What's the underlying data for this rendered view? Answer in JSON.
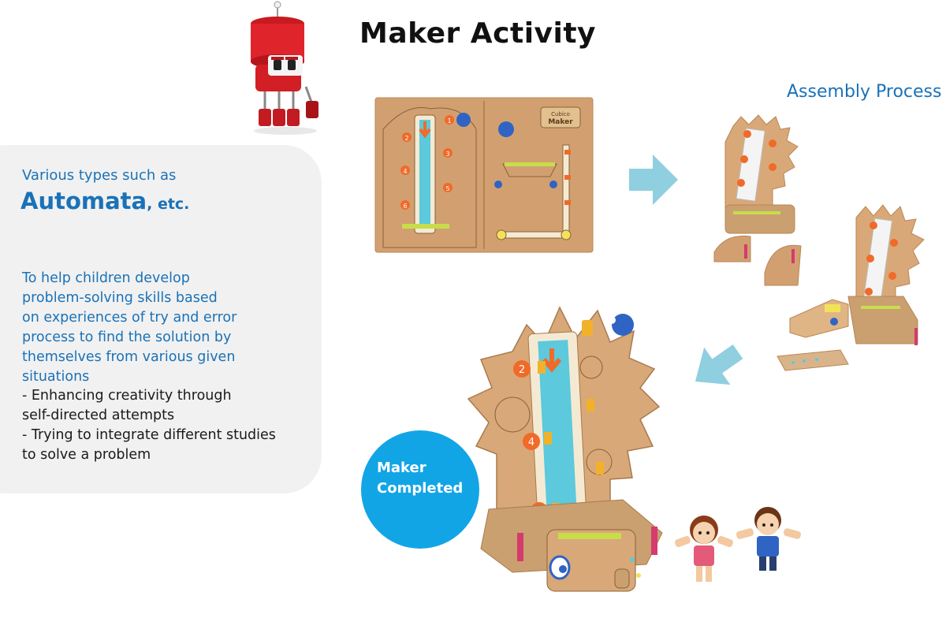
{
  "title": "Maker Activity",
  "panel": {
    "heading": "Various types such as",
    "highlight": "Automata",
    "highlight_suffix": ", etc.",
    "purpose_lines": [
      "To help children develop",
      "problem-solving skills based",
      "on experiences of try and error",
      "process to find the solution by",
      "themselves from various given",
      "situations"
    ],
    "bullet_lines": [
      "- Enhancing creativity through",
      "self-directed attempts",
      "- Trying to integrate different studies",
      "to solve a problem"
    ]
  },
  "assembly_label": "Assembly Process",
  "completed_badge": {
    "line1": "Maker",
    "line2": "Completed"
  },
  "kit_logo": {
    "line1": "Cubico",
    "line2": "Maker"
  },
  "step_numbers": [
    "1",
    "2",
    "3",
    "4",
    "5",
    "6"
  ],
  "colors": {
    "blue_text": "#1a72b8",
    "badge": "#12a5e6",
    "cardboard": "#d2a070",
    "cardboard_dark": "#b98655",
    "mascot_red": "#e0242b",
    "arrow": "#8fcfe0",
    "panel": "#f1f1f1",
    "step_orange": "#f06a28",
    "water": "#5cc9dc"
  },
  "icons": [
    "robot-mascot",
    "right-arrow-icon",
    "down-left-arrow-icon"
  ]
}
